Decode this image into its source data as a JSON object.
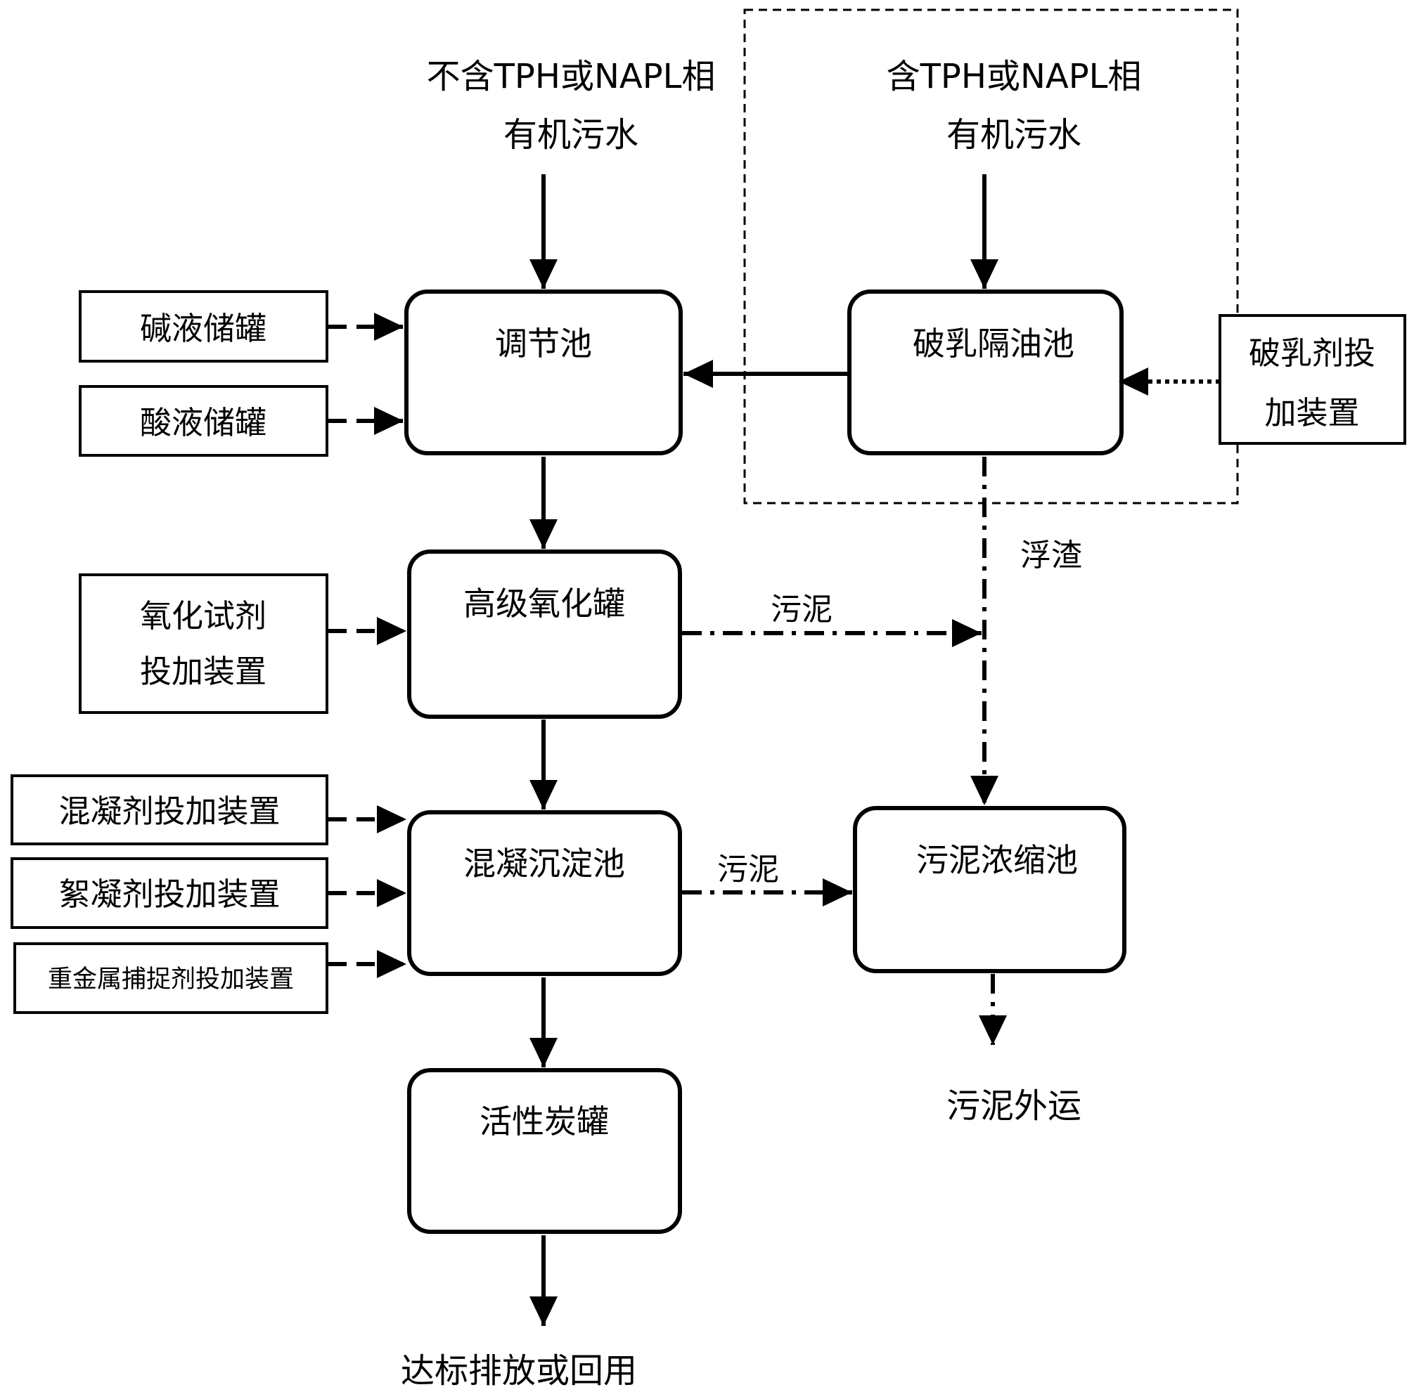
{
  "inputs": {
    "no_tph_line1": "不含TPH或NAPL相",
    "no_tph_line2": "有机污水",
    "tph_line1": "含TPH或NAPL相",
    "tph_line2": "有机污水"
  },
  "process": {
    "regulating_tank": "调节池",
    "demulsify_tank": "破乳隔油池",
    "oxidation_tank": "高级氧化罐",
    "coag_sed_tank": "混凝沉淀池",
    "carbon_tank": "活性炭罐",
    "sludge_thickener": "污泥浓缩池"
  },
  "dosing": {
    "alkali_tank": "碱液储罐",
    "acid_tank": "酸液储罐",
    "oxidant_line1": "氧化试剂",
    "oxidant_line2": "投加装置",
    "coagulant": "混凝剂投加装置",
    "flocculant": "絮凝剂投加装置",
    "heavy_metal": "重金属捕捉剂投加装置",
    "demulsifier_line1": "破乳剂投",
    "demulsifier_line2": "加装置"
  },
  "flow_labels": {
    "scum": "浮渣",
    "sludge_oxidation": "污泥",
    "sludge_sedimentation": "污泥"
  },
  "outputs": {
    "discharge": "达标排放或回用",
    "sludge_out": "污泥外运"
  }
}
